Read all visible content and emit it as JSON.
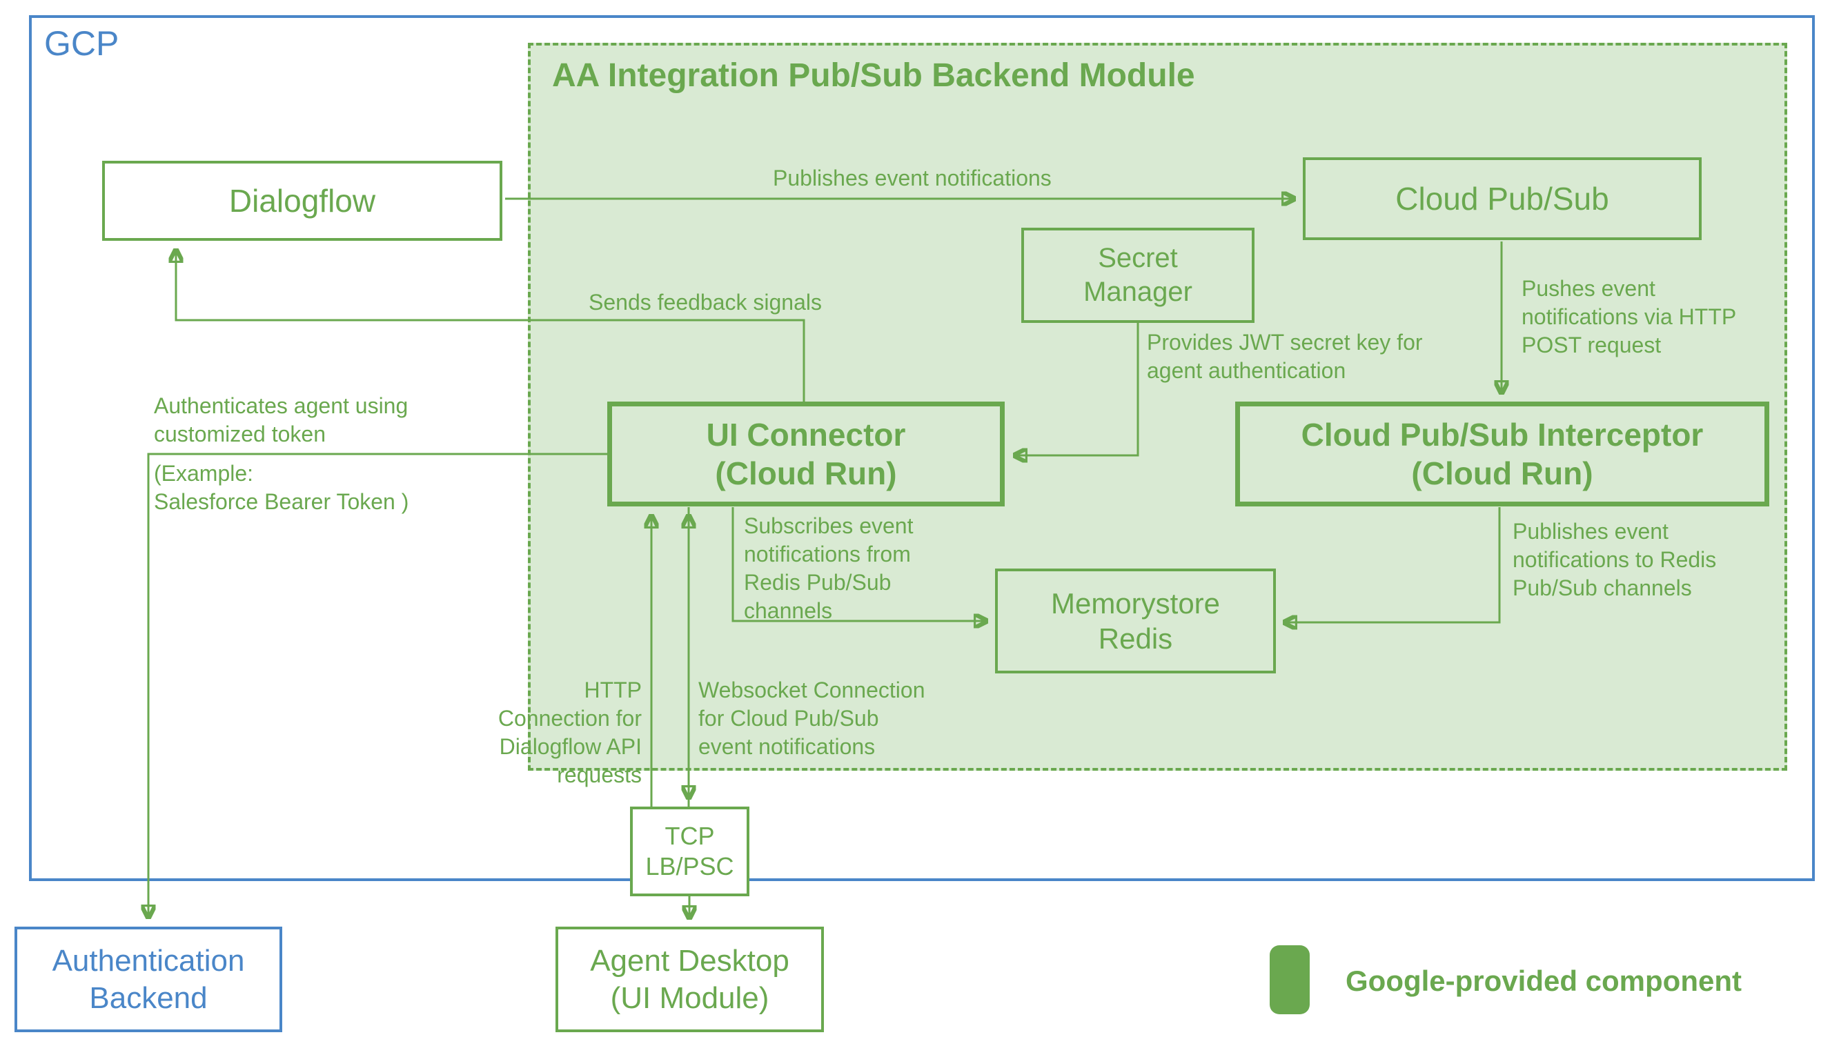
{
  "colors": {
    "green_stroke": "#6aa84f",
    "green_fill": "#d9ead3",
    "blue": "#4a86c8",
    "background": "#ffffff"
  },
  "gcp": {
    "label": "GCP"
  },
  "module": {
    "title": "AA Integration Pub/Sub Backend Module"
  },
  "nodes": {
    "dialogflow": {
      "label": "Dialogflow"
    },
    "cloud_pubsub": {
      "label": "Cloud Pub/Sub"
    },
    "secret_manager": {
      "line1": "Secret",
      "line2": "Manager"
    },
    "ui_connector": {
      "line1": "UI Connector",
      "line2": "(Cloud Run)"
    },
    "interceptor": {
      "line1": "Cloud Pub/Sub Interceptor",
      "line2": "(Cloud Run)"
    },
    "memorystore": {
      "line1": "Memorystore",
      "line2": "Redis"
    },
    "tcp_lb": {
      "line1": "TCP",
      "line2": "LB/PSC"
    },
    "agent_desktop": {
      "line1": "Agent Desktop",
      "line2": "(UI Module)"
    },
    "auth_backend": {
      "line1": "Authentication",
      "line2": "Backend"
    }
  },
  "edges": {
    "publishes": "Publishes event notifications",
    "feedback": "Sends feedback signals",
    "pushes": "Pushes event notifications via HTTP POST request",
    "provides": "Provides JWT secret key for agent authentication",
    "auth_top": "Authenticates agent using\ncustomized token",
    "auth_bottom": "(Example:\nSalesforce Bearer Token )",
    "subscribes": "Subscribes event notifications from Redis Pub/Sub channels",
    "pub_redis": "Publishes event notifications to Redis Pub/Sub channels",
    "http_conn": "HTTP Connection for Dialogflow API requests",
    "ws_conn": "Websocket Connection for Cloud Pub/Sub event notifications"
  },
  "legend": {
    "label": "Google-provided component"
  }
}
